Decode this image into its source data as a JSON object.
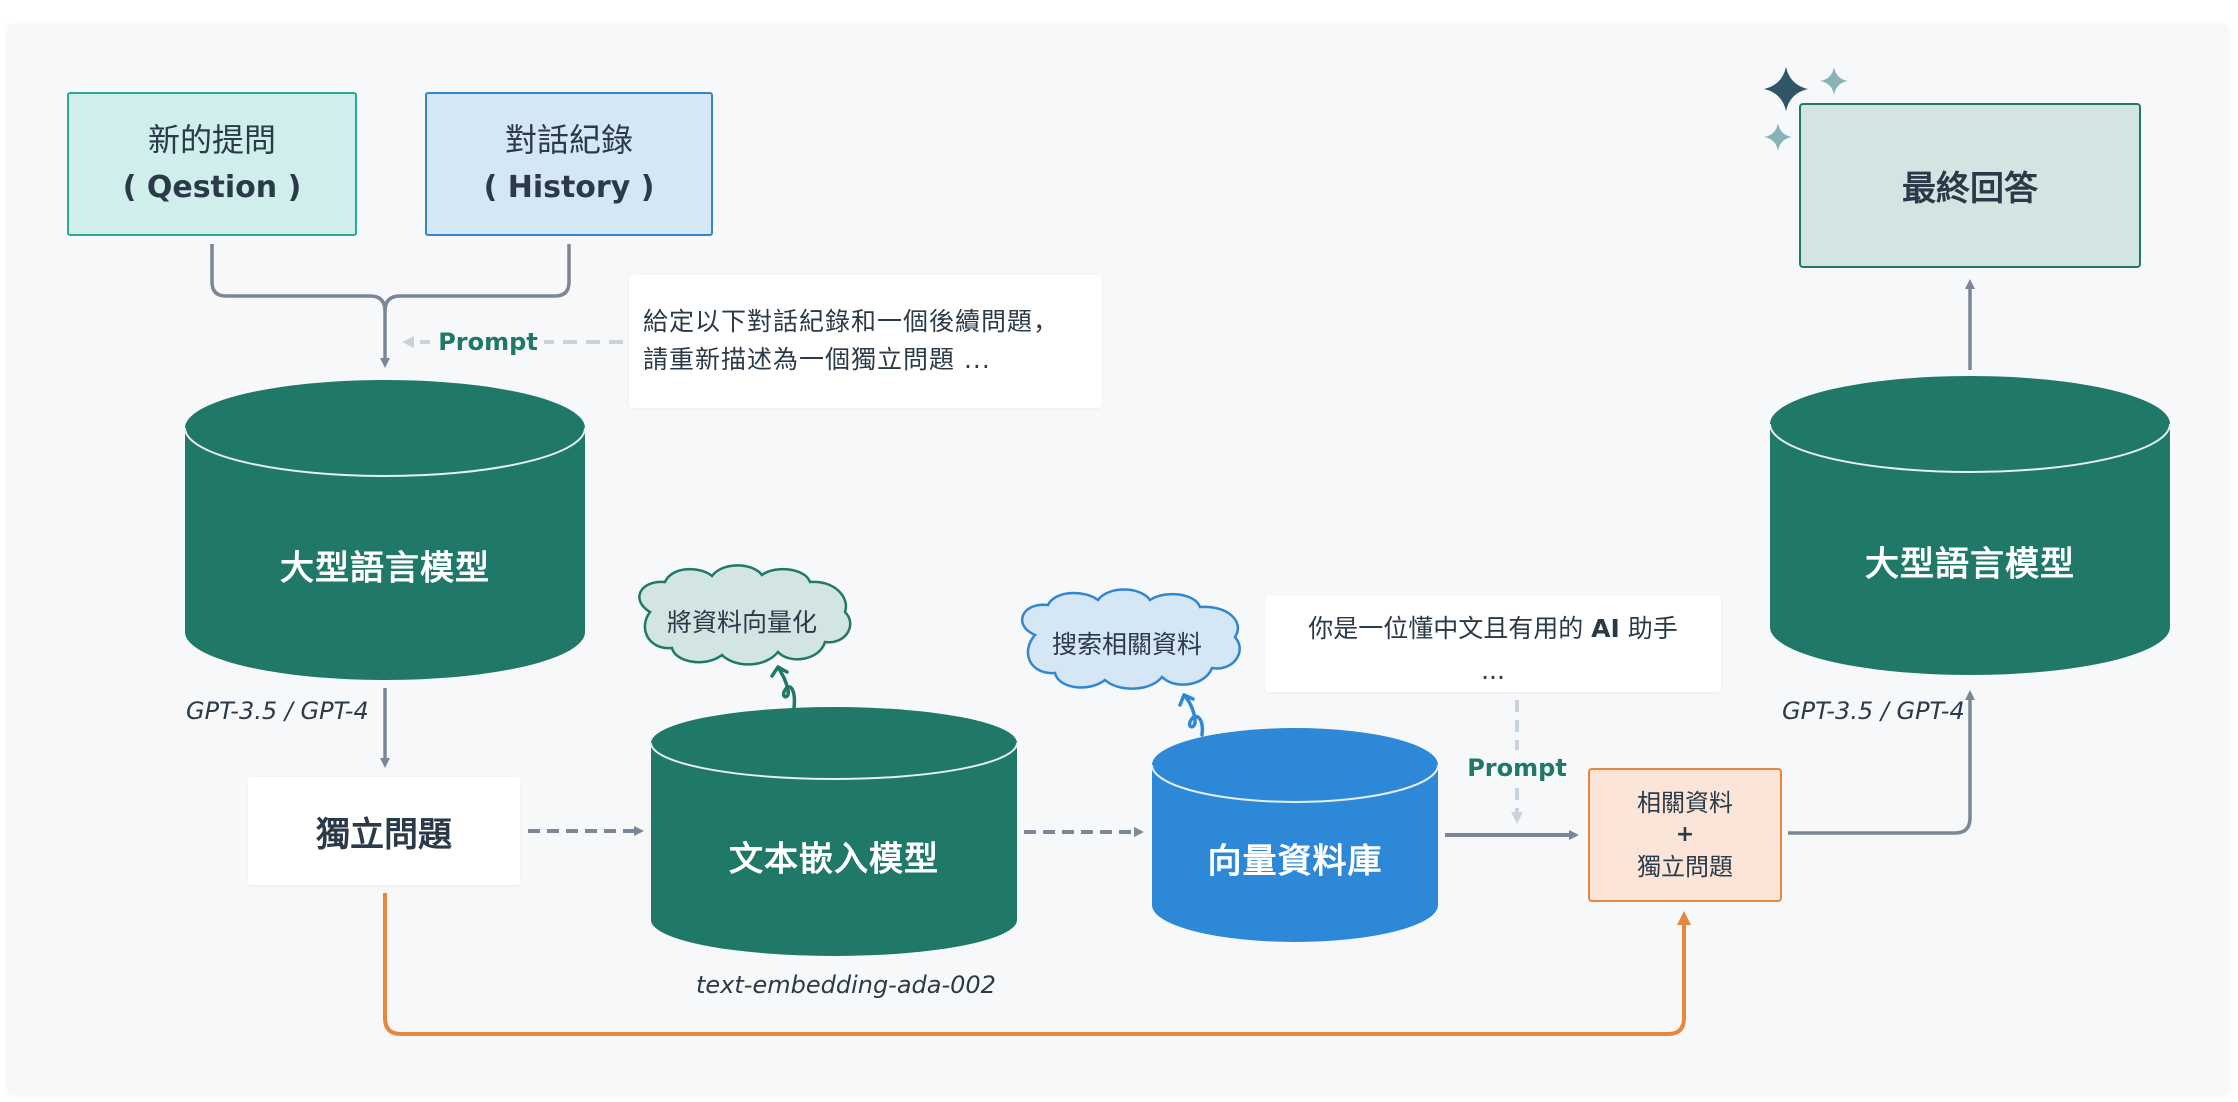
{
  "inputs": {
    "question": {
      "line1": "新的提問",
      "line2": "( Qestion )"
    },
    "history": {
      "line1": "對話紀錄",
      "line2": "( History )"
    }
  },
  "prompts": {
    "condense": {
      "label": "Prompt",
      "text_lines": [
        "給定以下對話紀錄和一個後續問題，",
        "請重新描述為一個獨立問題 ..."
      ]
    },
    "qa": {
      "label": "Prompt",
      "text_line1_prefix": "你是一位懂中文且有用的 ",
      "text_line1_bold": "AI",
      "text_line1_suffix": " 助手",
      "text_line2": "..."
    }
  },
  "models": {
    "llm_first": {
      "label": "大型語言模型",
      "caption": "GPT-3.5 / GPT-4"
    },
    "embedding": {
      "label": "文本嵌入模型",
      "caption": "text-embedding-ada-002"
    },
    "vector_db": {
      "label": "向量資料庫"
    },
    "llm_second": {
      "label": "大型語言模型",
      "caption": "GPT-3.5 / GPT-4"
    }
  },
  "clouds": {
    "vectorize": "將資料向量化",
    "search": "搜索相關資料"
  },
  "nodes": {
    "standalone_question": "獨立問題",
    "combined": {
      "line1": "相關資料",
      "plus": "+",
      "line2": "獨立問題"
    },
    "final_answer": "最終回答"
  },
  "colors": {
    "model_green": "#1f7868",
    "vector_blue": "#2e88d8",
    "connector_gray": "#7a8797",
    "prompt_dash": "#c8d3dd",
    "orange": "#e8873b",
    "sparkle_dark": "#2f5566",
    "sparkle_light": "#86b2b8"
  }
}
